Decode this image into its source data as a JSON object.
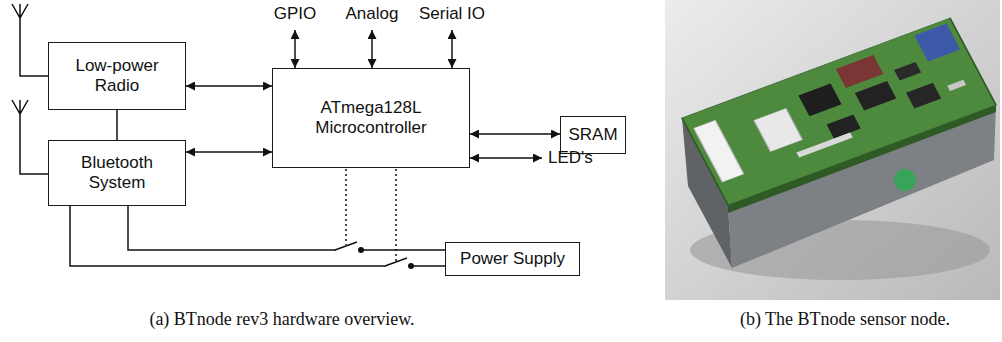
{
  "diagram": {
    "nodes": [
      {
        "text": [
          "Low-power Radio"
        ]
      },
      {
        "text": [
          "Bluetooth System"
        ]
      },
      {
        "text": [
          "ATmega128L Microcontroller"
        ]
      },
      {
        "text": [
          "SRAM"
        ]
      },
      {
        "text": [
          "Power Supply"
        ]
      }
    ],
    "edges": [
      {
        "from": 0,
        "to": 2,
        "arrow": "both"
      },
      {
        "from": 1,
        "to": 2,
        "arrow": "both"
      },
      {
        "from": 0,
        "to": 1,
        "arrow": "none"
      },
      {
        "from": 2,
        "to": 3,
        "arrow": "both"
      },
      {
        "from": 4,
        "to": 1,
        "arrow": "none"
      },
      {
        "from": 4,
        "to": 1,
        "arrow": "none"
      }
    ],
    "labels": [
      "GPIO",
      "Analog",
      "Serial IO",
      "LED's",
      "(a) BTnode rev3 hardware overview.",
      "(b) The BTnode sensor node."
    ]
  }
}
